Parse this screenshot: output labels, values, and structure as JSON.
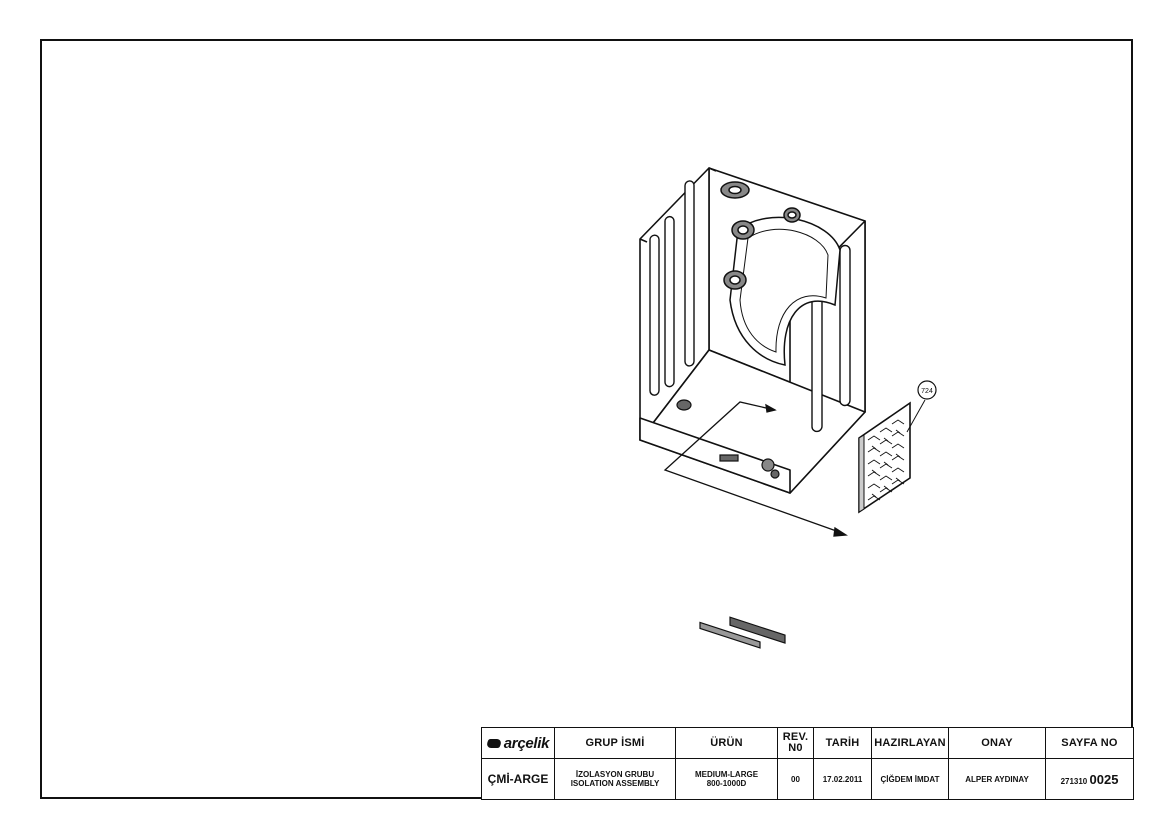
{
  "drawing": {
    "callout_label": "724"
  },
  "title_block": {
    "logo_text": "arçelik",
    "headers": {
      "group_name": "GRUP İSMİ",
      "product": "ÜRÜN",
      "rev_no": "REV. N0",
      "date": "TARİH",
      "prepared_by": "HAZIRLAYAN",
      "approval": "ONAY",
      "page_no": "SAYFA NO"
    },
    "values": {
      "department": "ÇMİ-ARGE",
      "group_name_tr": "İZOLASYON GRUBU",
      "group_name_en": "ISOLATION ASSEMBLY",
      "product_line1": "MEDIUM-LARGE",
      "product_line2": "800-1000D",
      "rev_no": "00",
      "date": "17.02.2011",
      "prepared_by": "ÇİĞDEM İMDAT",
      "approval": "ALPER AYDINAY",
      "page_no_prefix": "271310",
      "page_no_suffix": "0025"
    }
  }
}
